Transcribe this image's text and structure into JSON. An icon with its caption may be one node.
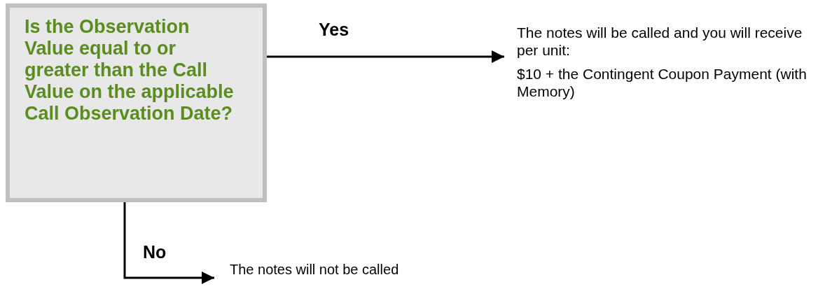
{
  "diagram": {
    "nodes": [
      {
        "text": [
          "Is the Observation Value equal to or greater than the Call Value on the applicable Call Observation Date?"
        ]
      },
      {
        "text": [
          "The notes will be called and you will receive per unit:",
          "$10 + the Contingent Coupon Payment (with Memory)"
        ]
      },
      {
        "text": [
          "The notes will not be called"
        ]
      }
    ],
    "edges": [
      {
        "from": 0,
        "to": 1,
        "arrow": "to",
        "label": "Yes"
      },
      {
        "from": 0,
        "to": 2,
        "arrow": "to",
        "label": "No"
      }
    ]
  }
}
